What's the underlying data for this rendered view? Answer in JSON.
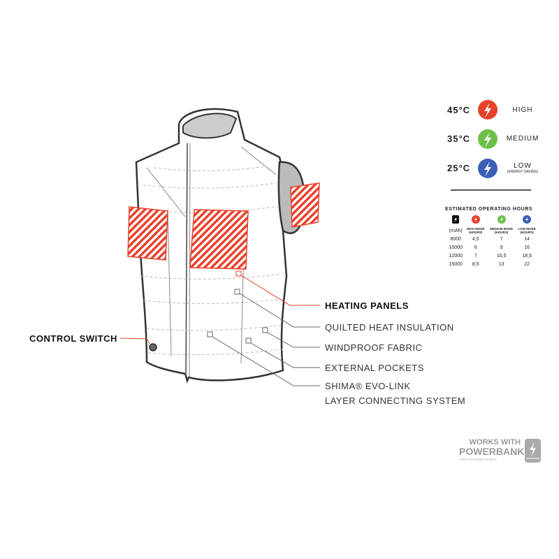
{
  "modes": [
    {
      "temp": "45°C",
      "label": "HIGH",
      "sub": "",
      "color": "#e8412c"
    },
    {
      "temp": "35°C",
      "label": "MEDIUM",
      "sub": "",
      "color": "#6cc04a"
    },
    {
      "temp": "25°C",
      "label": "LOW",
      "sub": "(ENERGY SAVING)",
      "color": "#3a5fb5"
    }
  ],
  "hours": {
    "title": "ESTIMATED OPERATING HOURS",
    "headers": [
      "(mAh)",
      "HIGH MODE",
      "MEDIUM MODE",
      "LOW MODE"
    ],
    "unit": "(HOURS)",
    "rows": [
      [
        "8000",
        "4,5",
        "7",
        "14"
      ],
      [
        "10000",
        "6",
        "9",
        "16"
      ],
      [
        "12000",
        "7",
        "10,5",
        "18,5"
      ],
      [
        "15000",
        "8,5",
        "13",
        "22"
      ]
    ]
  },
  "callouts": {
    "heating": "HEATING PANELS",
    "quilted": "QUILTED HEAT INSULATION",
    "windproof": "WINDPROOF FABRIC",
    "pockets": "EXTERNAL POCKETS",
    "shima1": "SHIMA® EVO-LINK",
    "shima2": "LAYER CONNECTING SYSTEM",
    "control": "CONTROL SWITCH"
  },
  "powerbank": {
    "line1": "WORKS WITH",
    "line2": "POWERBANK",
    "note": "(NOT INCLUDED IN SET)"
  }
}
